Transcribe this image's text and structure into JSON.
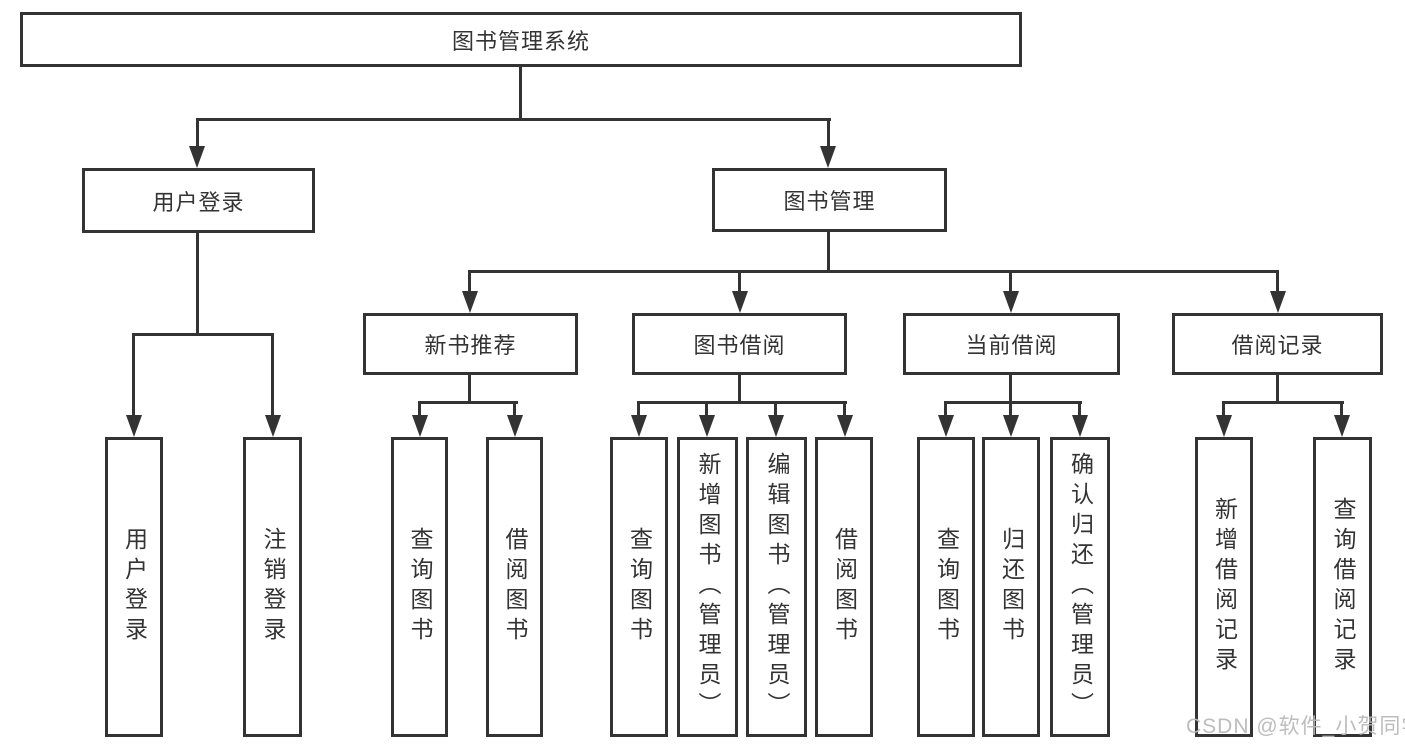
{
  "diagram": {
    "type": "hierarchy-tree",
    "title": "图书管理系统",
    "tree": {
      "root": {
        "label": "图书管理系统"
      },
      "children": [
        {
          "label": "用户登录",
          "children": [
            {
              "label": "用户登录"
            },
            {
              "label": "注销登录"
            }
          ]
        },
        {
          "label": "图书管理",
          "children": [
            {
              "label": "新书推荐",
              "children": [
                {
                  "label": "查询图书"
                },
                {
                  "label": "借阅图书"
                }
              ]
            },
            {
              "label": "图书借阅",
              "children": [
                {
                  "label": "查询图书"
                },
                {
                  "label": "新增图书（管理员）"
                },
                {
                  "label": "编辑图书（管理员）"
                },
                {
                  "label": "借阅图书"
                }
              ]
            },
            {
              "label": "当前借阅",
              "children": [
                {
                  "label": "查询图书"
                },
                {
                  "label": "归还图书"
                },
                {
                  "label": "确认归还（管理员）"
                }
              ]
            },
            {
              "label": "借阅记录",
              "children": [
                {
                  "label": "新增借阅记录"
                },
                {
                  "label": "查询借阅记录"
                }
              ]
            }
          ]
        }
      ]
    }
  },
  "watermark": {
    "text": "CSDN @软件_小贺同学"
  },
  "colors": {
    "line": "#333333",
    "node_border": "#333333",
    "text": "#333333",
    "background": "#ffffff",
    "watermark": "#b9b9b9"
  }
}
